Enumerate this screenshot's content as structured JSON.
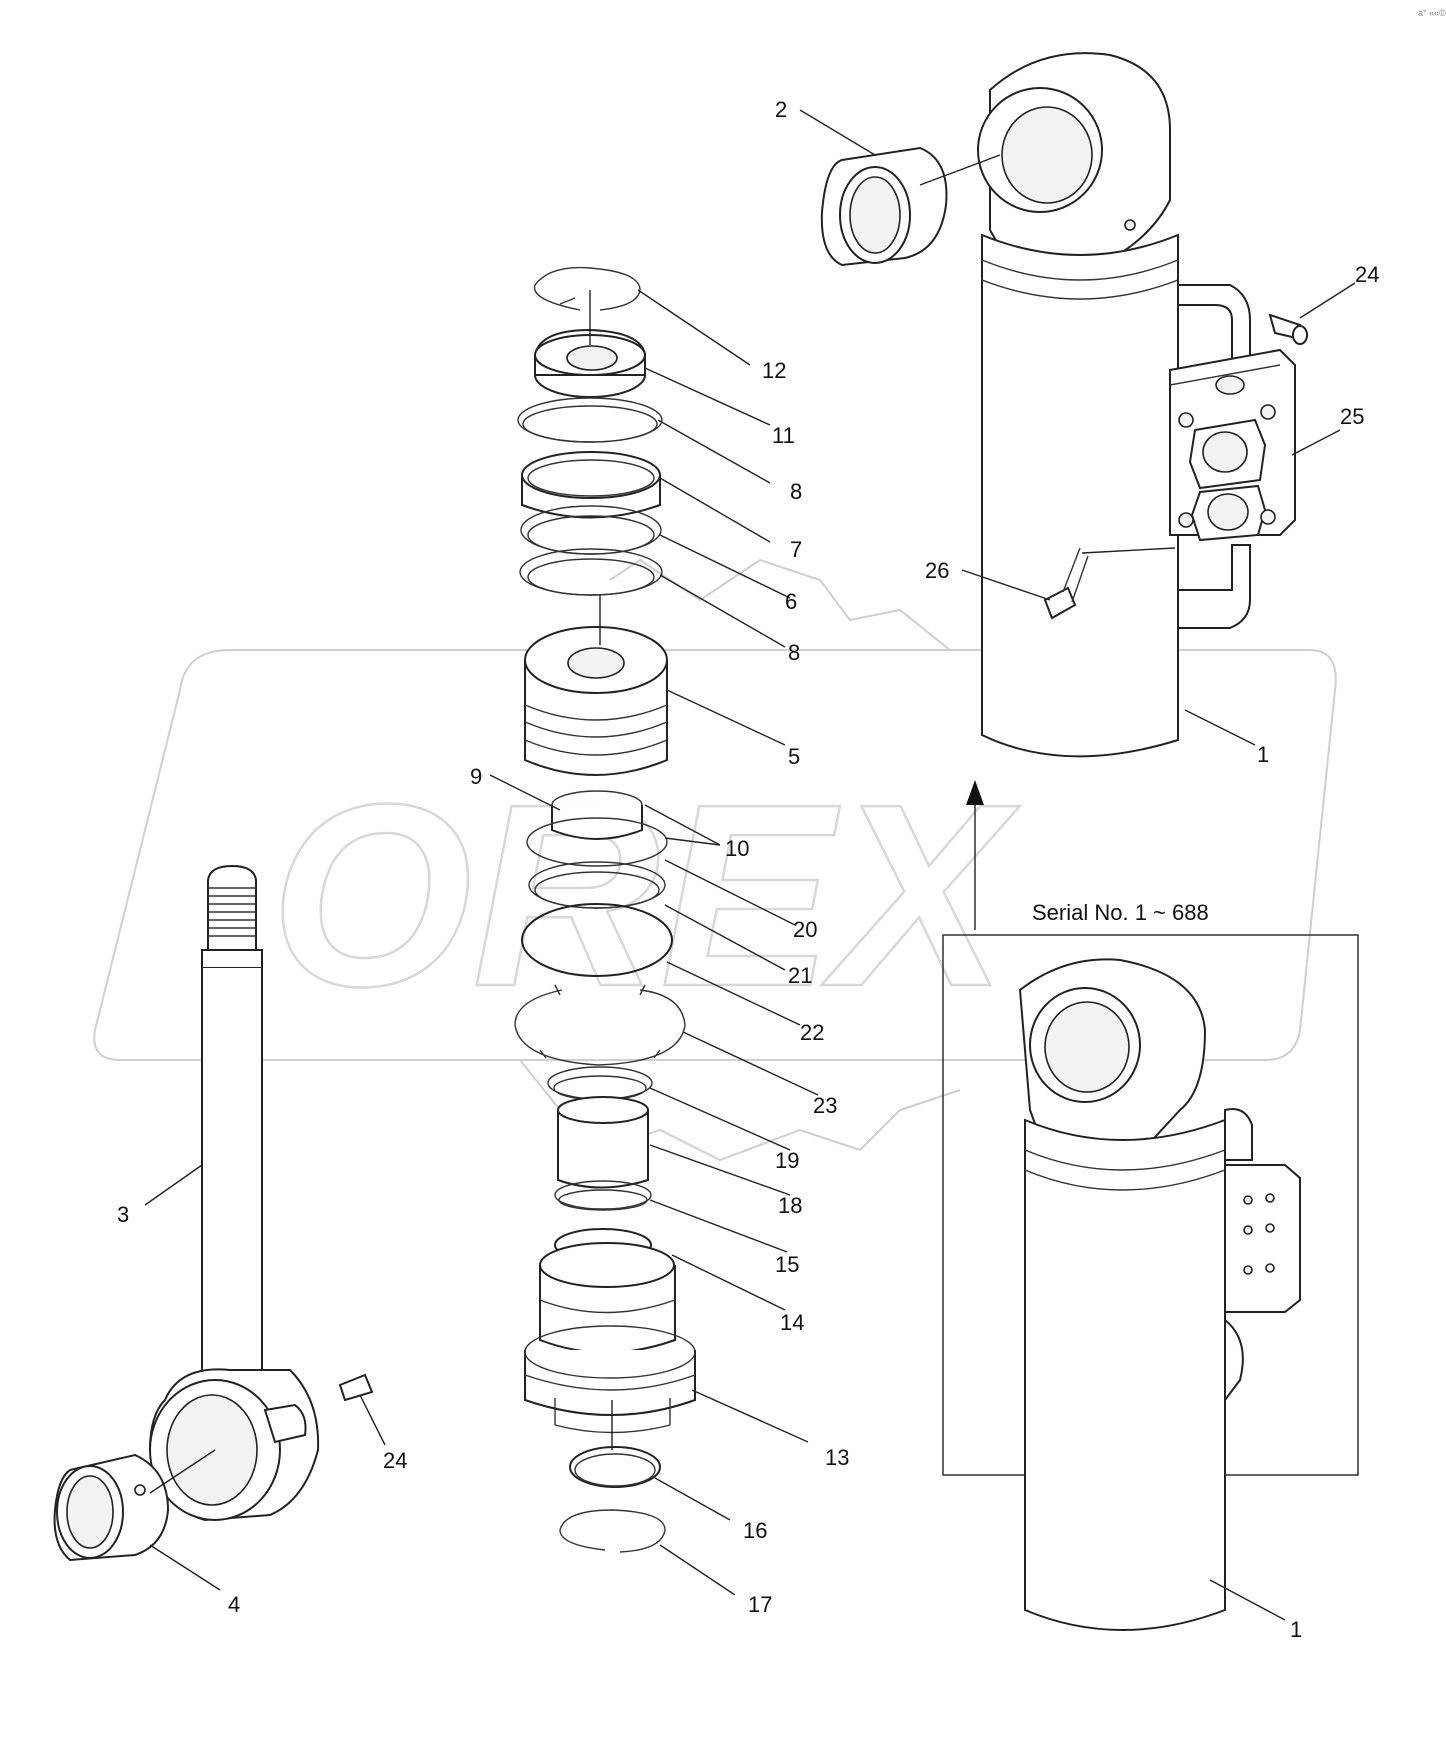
{
  "corner_mark": "a° ««©",
  "watermark": "OREX",
  "inset": {
    "caption": "Serial No. 1 ~ 688"
  },
  "callouts": [
    {
      "id": "c2",
      "text": "2"
    },
    {
      "id": "c24a",
      "text": "24"
    },
    {
      "id": "c25",
      "text": "25"
    },
    {
      "id": "c26",
      "text": "26"
    },
    {
      "id": "c1a",
      "text": "1"
    },
    {
      "id": "c12",
      "text": "12"
    },
    {
      "id": "c11",
      "text": "11"
    },
    {
      "id": "c8a",
      "text": "8"
    },
    {
      "id": "c7",
      "text": "7"
    },
    {
      "id": "c6",
      "text": "6"
    },
    {
      "id": "c8b",
      "text": "8"
    },
    {
      "id": "c5",
      "text": "5"
    },
    {
      "id": "c9",
      "text": "9"
    },
    {
      "id": "c10",
      "text": "10"
    },
    {
      "id": "c20",
      "text": "20"
    },
    {
      "id": "c21",
      "text": "21"
    },
    {
      "id": "c22",
      "text": "22"
    },
    {
      "id": "c23",
      "text": "23"
    },
    {
      "id": "c19",
      "text": "19"
    },
    {
      "id": "c18",
      "text": "18"
    },
    {
      "id": "c15",
      "text": "15"
    },
    {
      "id": "c14",
      "text": "14"
    },
    {
      "id": "c13",
      "text": "13"
    },
    {
      "id": "c16",
      "text": "16"
    },
    {
      "id": "c17",
      "text": "17"
    },
    {
      "id": "c3",
      "text": "3"
    },
    {
      "id": "c24b",
      "text": "24"
    },
    {
      "id": "c4",
      "text": "4"
    },
    {
      "id": "c1b",
      "text": "1"
    }
  ]
}
